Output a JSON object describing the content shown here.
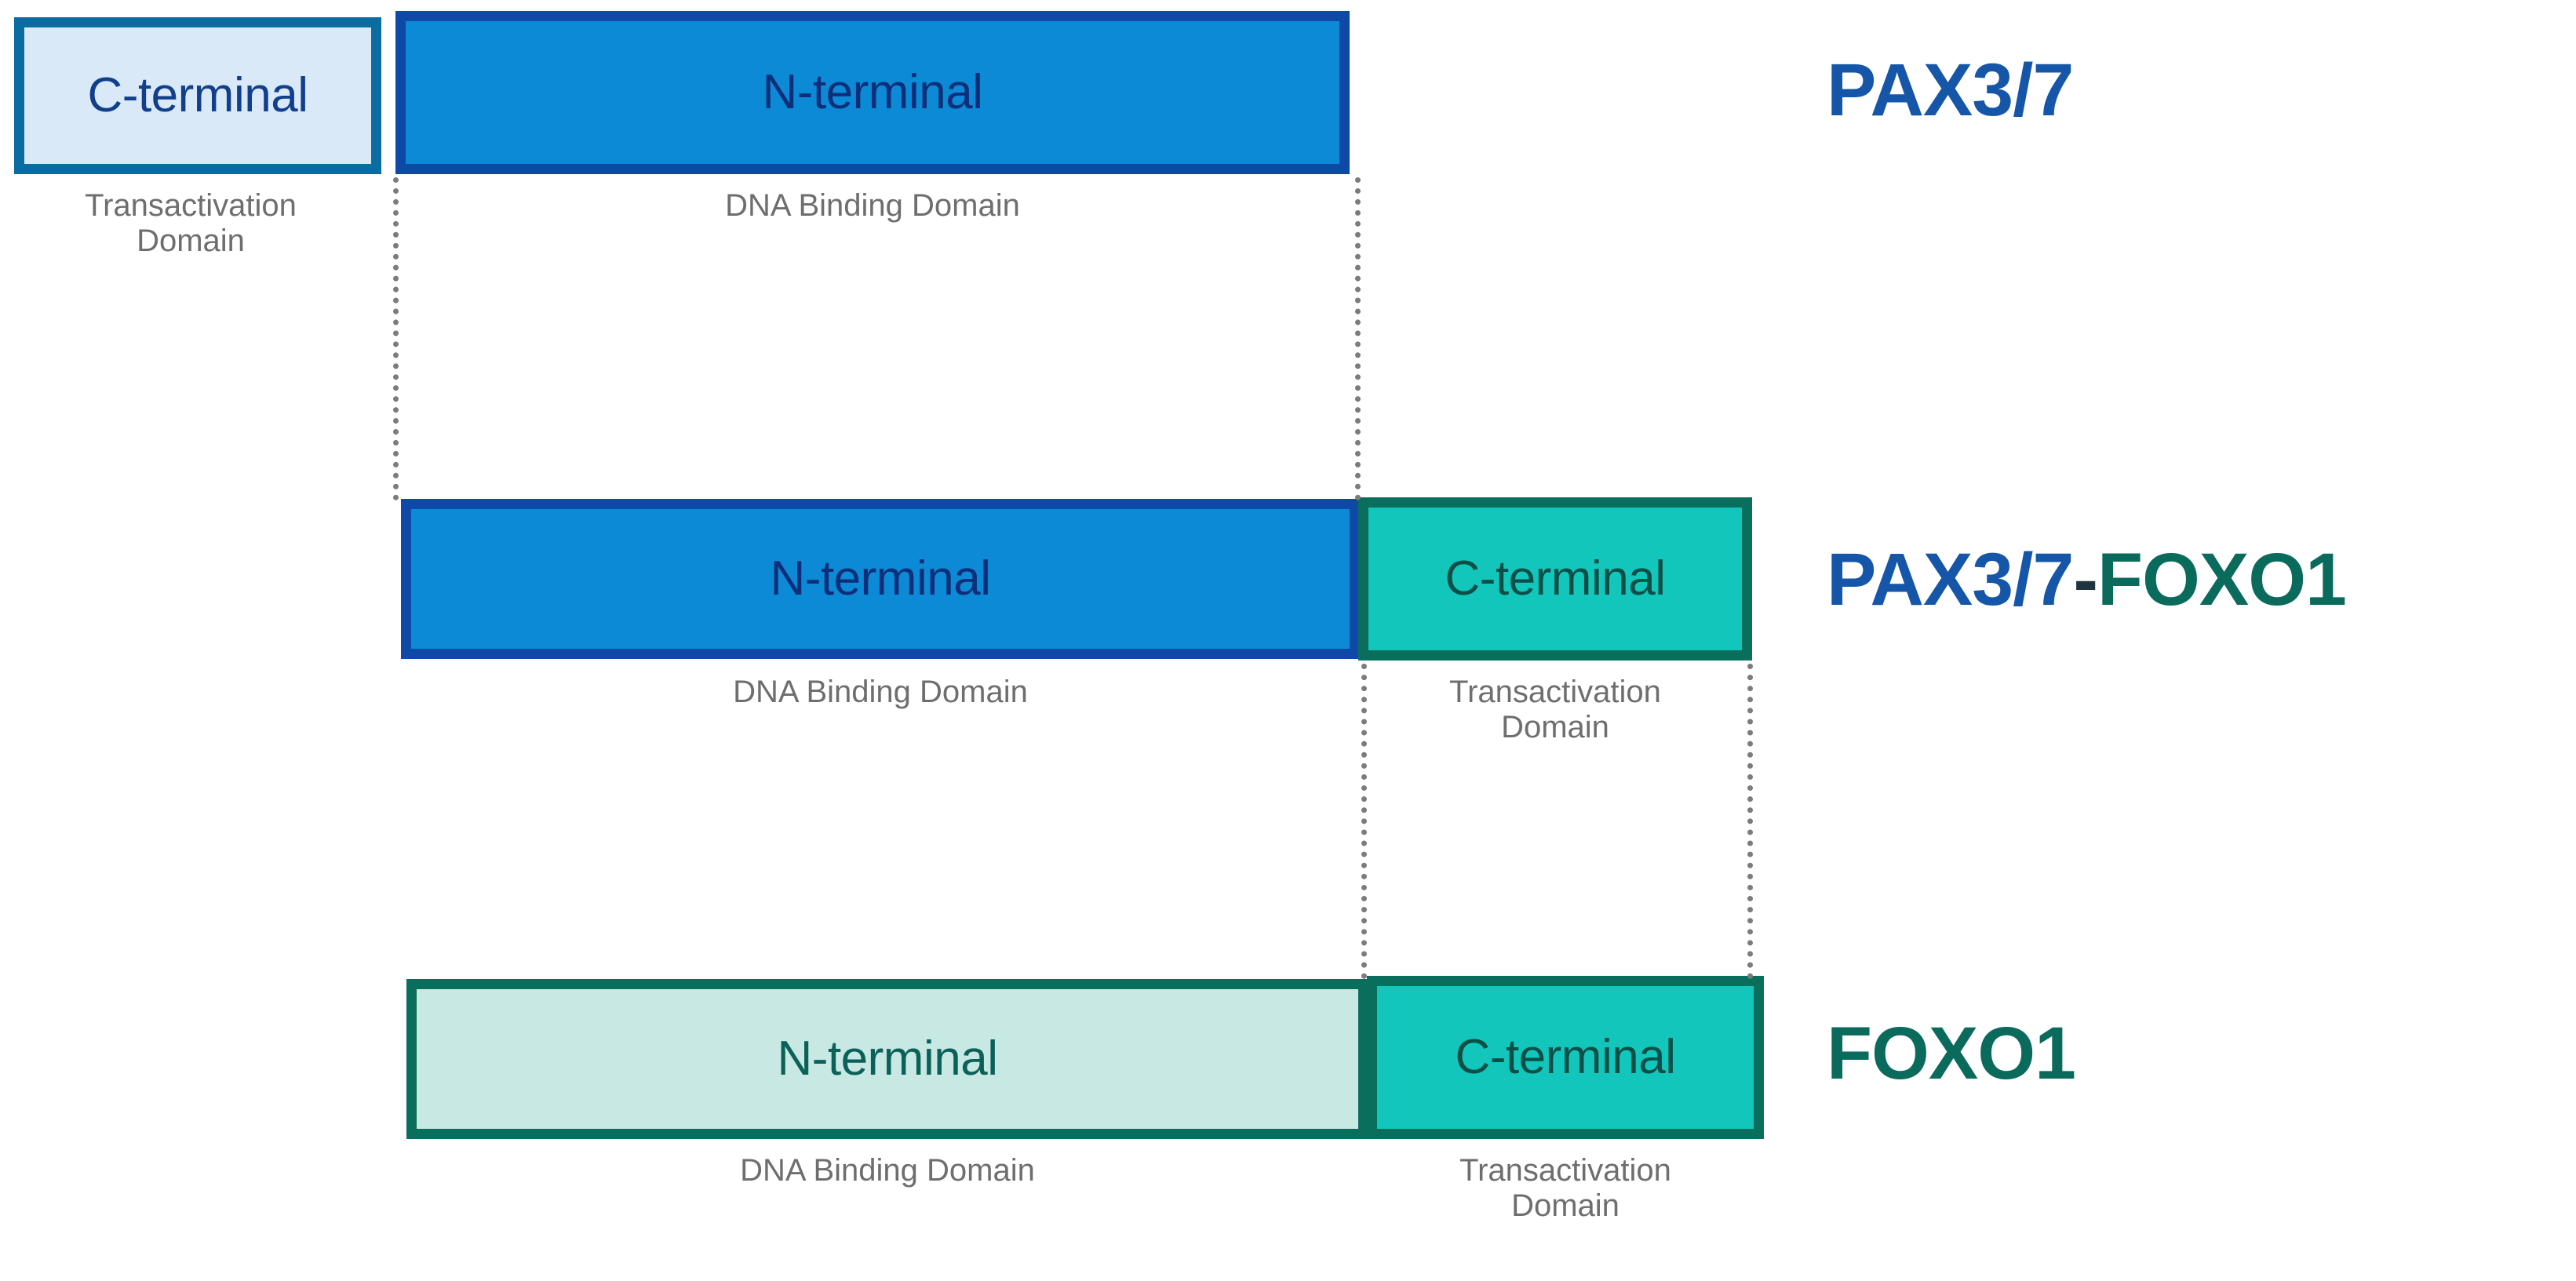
{
  "figure": {
    "type": "protein-domain-diagram",
    "background_color": "#ffffff",
    "palette": {
      "pax_fill_light": "#d9e9f7",
      "pax_fill_strong": "#0d8ad6",
      "pax_border_light": "#0b6ca0",
      "pax_border_strong": "#0f49a8",
      "pax_text": "#1556a8",
      "foxo_fill_light": "#c8e8e4",
      "foxo_fill_strong": "#12c6bc",
      "foxo_border": "#0a6e5c",
      "foxo_text": "#0a6b5c",
      "caption_gray": "#6e6e6e",
      "guide_gray": "#7c7c7c"
    }
  },
  "rows": [
    {
      "id": "pax37",
      "gene_label_parts": [
        {
          "text": "PAX3/7",
          "color_key": "pax_text"
        }
      ],
      "gene_label_plain": "PAX3/7",
      "segments": [
        {
          "name": "c-terminal",
          "label": "C-terminal",
          "caption": "Transactivation Domain"
        },
        {
          "name": "n-terminal",
          "label": "N-terminal",
          "caption": "DNA Binding Domain"
        }
      ]
    },
    {
      "id": "pax37-foxo1",
      "gene_label_parts": [
        {
          "text": "PAX3/7",
          "color_key": "pax_text"
        },
        {
          "text": "-",
          "color_key": "dash"
        },
        {
          "text": "FOXO1",
          "color_key": "foxo_text"
        }
      ],
      "gene_label_plain": "PAX3/7-FOXO1",
      "segments": [
        {
          "name": "n-terminal",
          "label": "N-terminal",
          "caption": "DNA Binding Domain"
        },
        {
          "name": "c-terminal",
          "label": "C-terminal",
          "caption": "Transactivation Domain"
        }
      ]
    },
    {
      "id": "foxo1",
      "gene_label_parts": [
        {
          "text": "FOXO1",
          "color_key": "foxo_text"
        }
      ],
      "gene_label_plain": "FOXO1",
      "segments": [
        {
          "name": "n-terminal",
          "label": "N-terminal",
          "caption": "DNA Binding Domain"
        },
        {
          "name": "c-terminal",
          "label": "C-terminal",
          "caption": "Transactivation Domain"
        }
      ]
    }
  ],
  "labels": {
    "c_terminal": "C-terminal",
    "n_terminal": "N-terminal",
    "transactivation_domain_line1": "Transactivation",
    "transactivation_domain_line2": "Domain",
    "dna_binding_domain": "DNA Binding Domain",
    "pax37": "PAX3/7",
    "foxo1": "FOXO1",
    "fusion_dash": "-"
  }
}
